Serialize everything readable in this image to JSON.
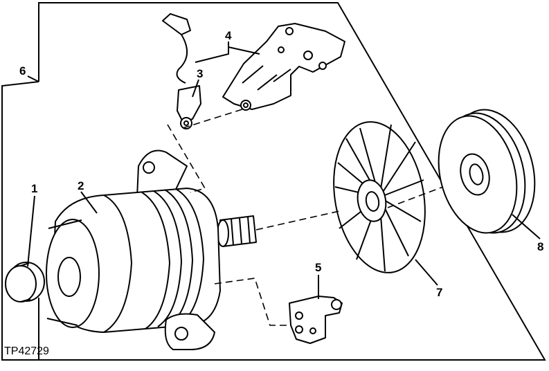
{
  "figure_id": "TP42729",
  "callouts": [
    {
      "number": "1"
    },
    {
      "number": "2"
    },
    {
      "number": "3"
    },
    {
      "number": "4"
    },
    {
      "number": "5"
    },
    {
      "number": "6"
    },
    {
      "number": "7"
    },
    {
      "number": "8"
    }
  ],
  "colors": {
    "ink": "#000000",
    "paper": "#ffffff"
  }
}
